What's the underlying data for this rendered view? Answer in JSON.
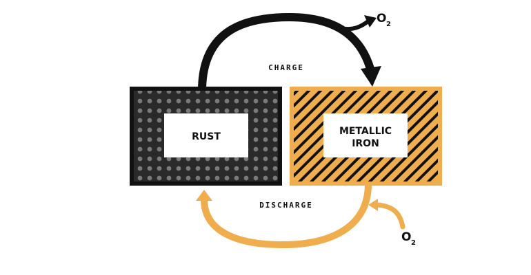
{
  "diagram": {
    "rust_label": "RUST",
    "iron_label_line1": "METALLIC",
    "iron_label_line2": "IRON",
    "charge_label": "CHARGE",
    "discharge_label": "DISCHARGE",
    "oxygen_out": {
      "main": "O",
      "sub": "2"
    },
    "oxygen_in": {
      "main": "O",
      "sub": "2"
    }
  },
  "colors": {
    "rust_box": "#111111",
    "rust_dots": "#6b6b6b",
    "iron_box": "#f0ad4e",
    "iron_hatch": "#111111",
    "charge_arrow": "#111111",
    "discharge_arrow": "#f0ad4e"
  }
}
